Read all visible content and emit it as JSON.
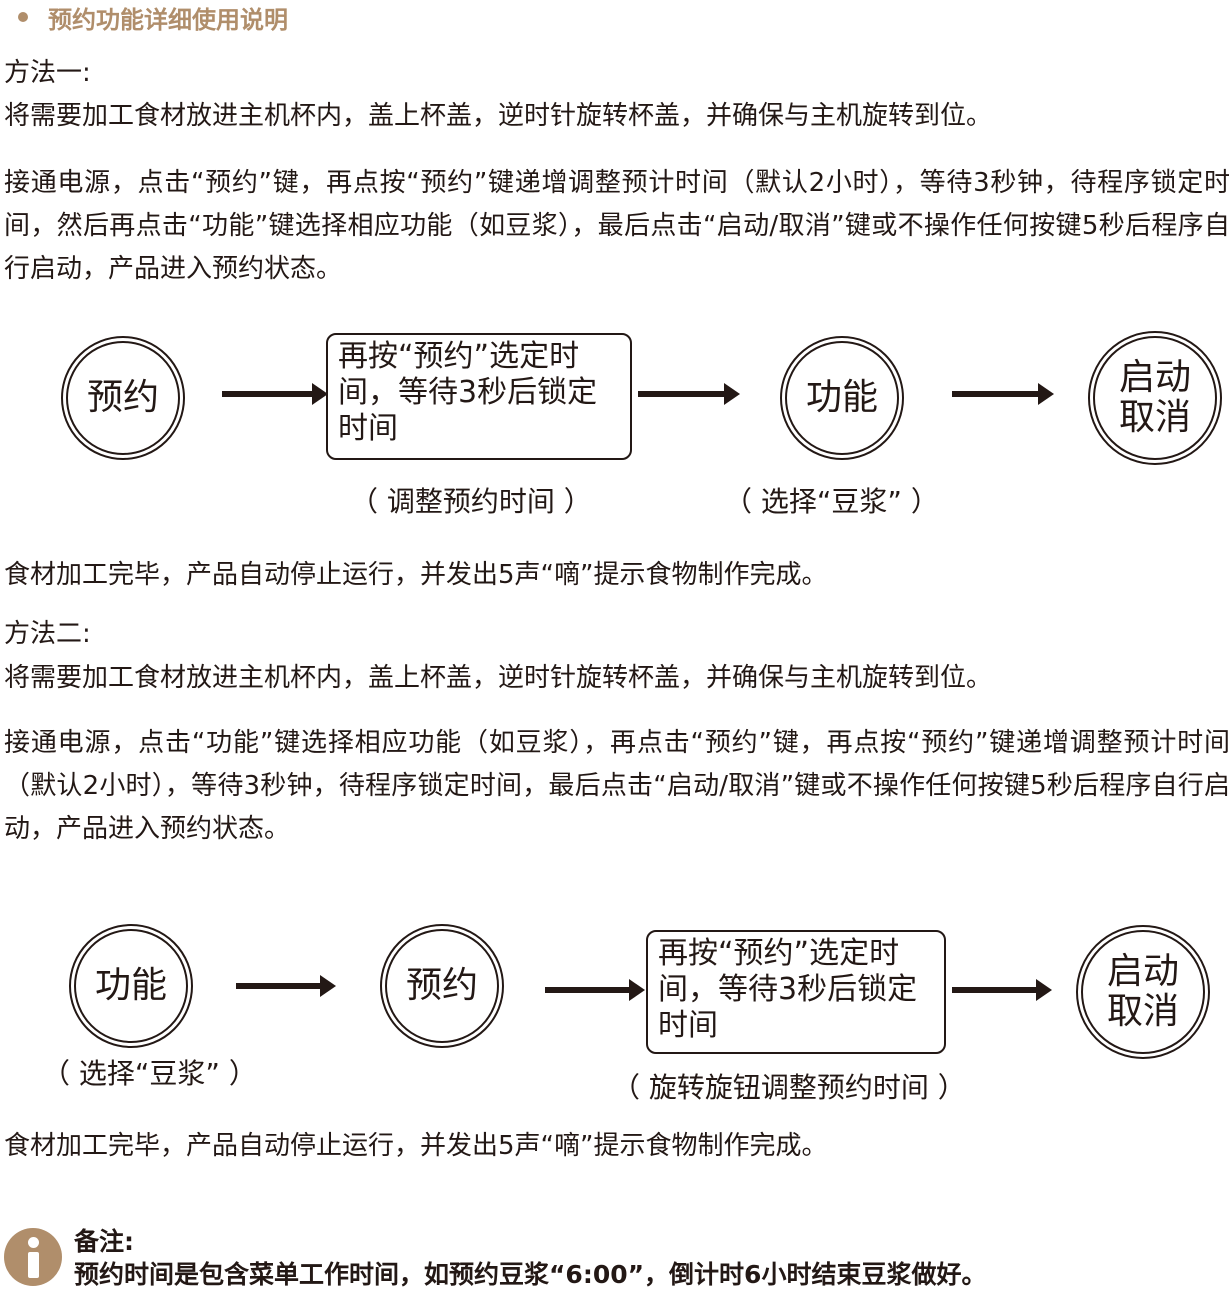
{
  "heading": "预约功能详细使用说明",
  "method1": {
    "title": "方法一:",
    "step1": "将需要加工食材放进主机杯内，盖上杯盖，逆时针旋转杯盖，并确保与主机旋转到位。",
    "step2": "接通电源，点击“预约”键，再点按“预约”键递增调整预计时间（默认2小时），等待3秒钟，待程序锁定时间，然后再点击“功能”键选择相应功能（如豆浆），最后点击“启动/取消”键或不操作任何按键5秒后程序自行启动，产品进入预约状态。",
    "flow": {
      "circle_reserve": "预约",
      "box_text": "再按“预约”选定时间，等待3秒后锁定时间",
      "circle_function": "功能",
      "circle_start": "启动取消",
      "caption_box": "（ 调整预约时间 ）",
      "caption_function": "（ 选择“豆浆” ）"
    },
    "finish": "食材加工完毕，产品自动停止运行，并发出5声“嘀”提示食物制作完成。"
  },
  "method2": {
    "title": "方法二:",
    "step1": "将需要加工食材放进主机杯内，盖上杯盖，逆时针旋转杯盖，并确保与主机旋转到位。",
    "step2": "接通电源，点击“功能”键选择相应功能（如豆浆），再点击“预约”键，再点按“预约”键递增调整预计时间（默认2小时），等待3秒钟，待程序锁定时间，最后点击“启动/取消”键或不操作任何按键5秒后程序自行启动，产品进入预约状态。",
    "flow": {
      "circle_function": "功能",
      "circle_reserve": "预约",
      "box_text": "再按“预约”选定时间，等待3秒后锁定时间",
      "circle_start": "启动取消",
      "caption_function": "（ 选择“豆浆” ）",
      "caption_box": "（ 旋转旋钮调整预约时间 ）"
    },
    "finish": "食材加工完毕，产品自动停止运行，并发出5声“嘀”提示食物制作完成。"
  },
  "note": {
    "title": "备注:",
    "text": "预约时间是包含菜单工作时间，如预约豆浆“6:00”，倒计时6小时结束豆浆做好。"
  },
  "colors": {
    "accent": "#b08e6b",
    "text": "#231815"
  },
  "icons": {
    "note": "info-icon"
  }
}
